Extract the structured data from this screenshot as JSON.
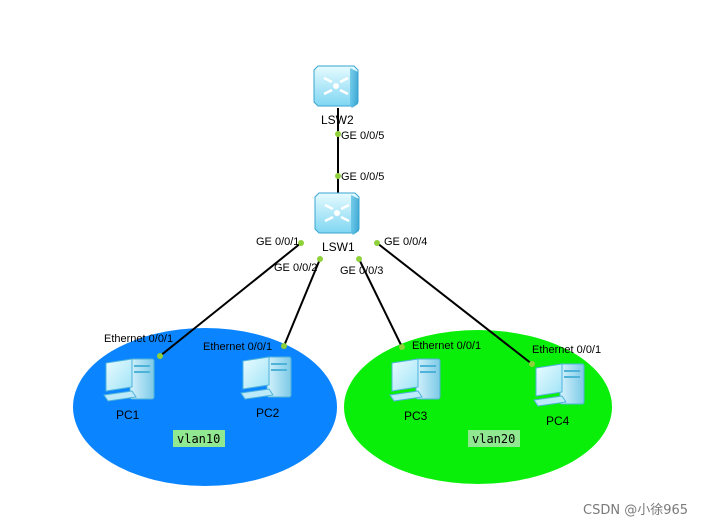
{
  "colors": {
    "vlan10_fill": "#0a84ff",
    "vlan20_fill": "#0aef0a",
    "vlan_label_bg": "#90e890",
    "port_dot": "#8ed13a",
    "link": "#000000"
  },
  "switches": {
    "lsw2": {
      "name": "LSW2",
      "icon": "core-switch-icon"
    },
    "lsw1": {
      "name": "LSW1",
      "icon": "core-switch-icon"
    }
  },
  "ports": {
    "lsw2_down": "GE 0/0/5",
    "lsw1_up": "GE 0/0/5",
    "lsw1_p1": "GE 0/0/1",
    "lsw1_p2": "GE 0/0/2",
    "lsw1_p3": "GE 0/0/3",
    "lsw1_p4": "GE 0/0/4"
  },
  "pcs": [
    {
      "name": "PC1",
      "port": "Ethernet 0/0/1",
      "icon": "pc-icon"
    },
    {
      "name": "PC2",
      "port": "Ethernet 0/0/1",
      "icon": "pc-icon"
    },
    {
      "name": "PC3",
      "port": "Ethernet 0/0/1",
      "icon": "pc-icon"
    },
    {
      "name": "PC4",
      "port": "Ethernet 0/0/1",
      "icon": "pc-icon"
    }
  ],
  "vlans": [
    {
      "name": "vlan10"
    },
    {
      "name": "vlan20"
    }
  ],
  "watermark": "CSDN @小徐965"
}
